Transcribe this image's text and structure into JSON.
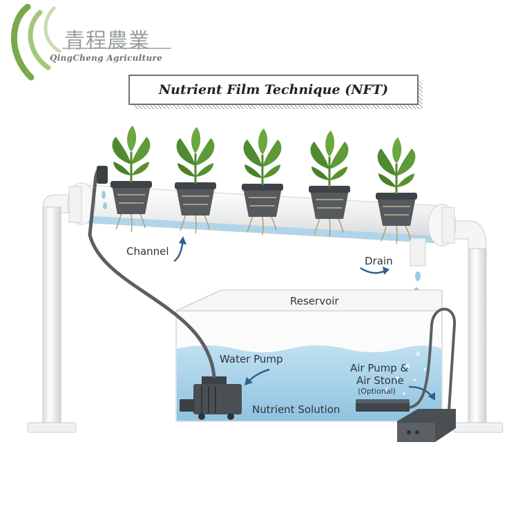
{
  "brand": {
    "name_cn": "青程農業",
    "name_en": "QingCheng Agriculture"
  },
  "title": "Nutrient Film Technique (NFT)",
  "labels": {
    "channel": "Channel",
    "drain": "Drain",
    "reservoir": "Reservoir",
    "water_pump": "Water Pump",
    "air_pump_line1": "Air Pump &",
    "air_pump_line2": "Air Stone",
    "optional": "(Optional)",
    "nutrient_solution": "Nutrient Solution"
  },
  "plants": [
    "plant",
    "plant",
    "plant",
    "plant",
    "plant"
  ],
  "colors": {
    "water": "#a9d4ea",
    "pipe": "#f2f2f2",
    "pot": "#555a5e",
    "leaf": "#4f8a2e",
    "brand": "#7aa84a"
  }
}
